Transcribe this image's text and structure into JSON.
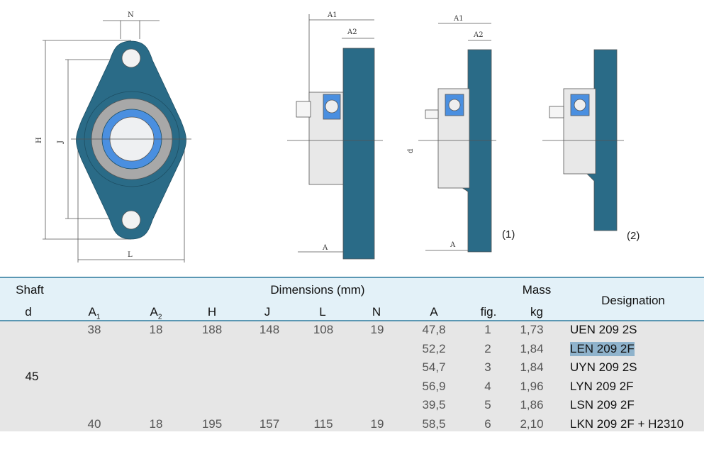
{
  "drawing": {
    "labels": {
      "N": "N",
      "H": "H",
      "J": "J",
      "L": "L",
      "A1": "A1",
      "A2": "A2",
      "A": "A",
      "d": "d"
    },
    "fig_labels": [
      "(1)",
      "(2)"
    ],
    "colors": {
      "housing": "#2a6b87",
      "ring": "#4a8fe0",
      "grey": "#a8a8a8"
    }
  },
  "table": {
    "header": {
      "shaft": "Shaft",
      "dimensions": "Dimensions (mm)",
      "mass": "Mass",
      "designation": "Designation",
      "d": "d",
      "A1": "A",
      "A1_sub": "1",
      "A2": "A",
      "A2_sub": "2",
      "H": "H",
      "J": "J",
      "L": "L",
      "N": "N",
      "A": "A",
      "fig": "fig.",
      "kg": "kg"
    },
    "shaft_d": "45",
    "rows": [
      {
        "A1": "38",
        "A2": "18",
        "H": "188",
        "J": "148",
        "L": "108",
        "N": "19",
        "A": "47,8",
        "fig": "1",
        "kg": "1,73",
        "designation": "UEN 209 2S"
      },
      {
        "A1": "",
        "A2": "",
        "H": "",
        "J": "",
        "L": "",
        "N": "",
        "A": "52,2",
        "fig": "2",
        "kg": "1,84",
        "designation": "LEN 209 2F"
      },
      {
        "A1": "",
        "A2": "",
        "H": "",
        "J": "",
        "L": "",
        "N": "",
        "A": "54,7",
        "fig": "3",
        "kg": "1,84",
        "designation": "UYN 209 2S"
      },
      {
        "A1": "",
        "A2": "",
        "H": "",
        "J": "",
        "L": "",
        "N": "",
        "A": "56,9",
        "fig": "4",
        "kg": "1,96",
        "designation": "LYN 209 2F"
      },
      {
        "A1": "",
        "A2": "",
        "H": "",
        "J": "",
        "L": "",
        "N": "",
        "A": "39,5",
        "fig": "5",
        "kg": "1,86",
        "designation": "LSN 209 2F"
      },
      {
        "A1": "40",
        "A2": "18",
        "H": "195",
        "J": "157",
        "L": "115",
        "N": "19",
        "A": "58,5",
        "fig": "6",
        "kg": "2,10",
        "designation": "LKN 209 2F + H2310"
      }
    ]
  }
}
